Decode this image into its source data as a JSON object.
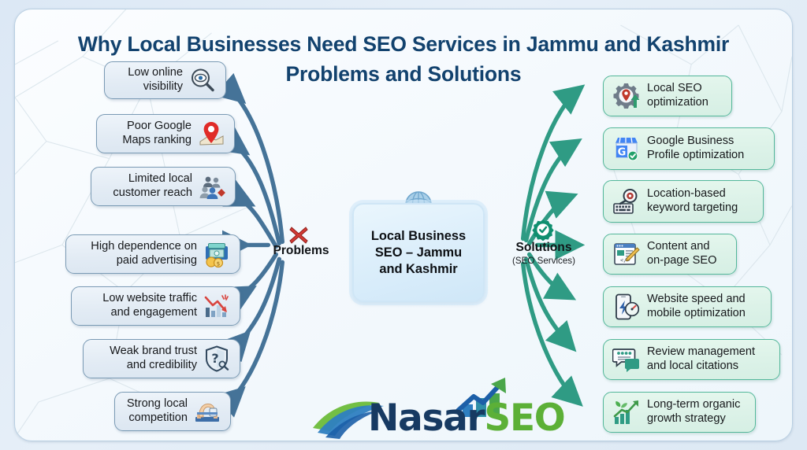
{
  "title": {
    "line1": "Why Local Businesses Need SEO Services in Jammu and Kashmir",
    "line2": "Problems and Solutions"
  },
  "hub": {
    "text": "Local Business\nSEO – Jammu\nand Kashmir",
    "icon": "globe-icon"
  },
  "problems_label": {
    "title": "Problems",
    "icon": "red-cross-icon"
  },
  "solutions_label": {
    "title": "Solutions",
    "subtitle": "(SEO Services)",
    "icon": "green-check-badge-icon"
  },
  "problems": [
    {
      "text": "Low online\nvisibility",
      "icon": "magnifier-eye-icon"
    },
    {
      "text": "Poor Google\nMaps ranking",
      "icon": "map-pin-icon"
    },
    {
      "text": "Limited local\ncustomer reach",
      "icon": "people-group-icon"
    },
    {
      "text": "High dependence on\npaid advertising",
      "icon": "money-cash-icon"
    },
    {
      "text": "Low website traffic\nand engagement",
      "icon": "declining-chart-icon"
    },
    {
      "text": "Weak brand trust\nand credibility",
      "icon": "shield-question-icon"
    },
    {
      "text": "Strong local\ncompetition",
      "icon": "arm-wrestling-icon"
    }
  ],
  "solutions": [
    {
      "text": "Local SEO\noptimization",
      "icon": "gear-pin-icon"
    },
    {
      "text": "Google Business\nProfile optimization",
      "icon": "storefront-check-icon"
    },
    {
      "text": "Location-based\nkeyword targeting",
      "icon": "keyboard-magnifier-icon"
    },
    {
      "text": "Content and\non-page SEO",
      "icon": "document-pencil-icon"
    },
    {
      "text": "Website speed and\nmobile optimization",
      "icon": "mobile-speed-icon"
    },
    {
      "text": "Review management\nand local citations",
      "icon": "chat-review-icon"
    },
    {
      "text": "Long-term organic\ngrowth strategy",
      "icon": "growth-chart-plant-icon"
    }
  ],
  "logo": {
    "name_part1": "Nasar",
    "name_part2": "SEO",
    "icon": "nasarseo-logo-icon"
  },
  "colors": {
    "title": "#12426e",
    "problem_border": "#7a9ab4",
    "problem_fill": "#e4edf6",
    "solution_border": "#53b79a",
    "solution_fill": "#ddf2e8",
    "problem_arrow": "#457398",
    "solution_arrow": "#2f9b84",
    "logo_navy": "#173a62",
    "logo_green": "#5cb037"
  }
}
